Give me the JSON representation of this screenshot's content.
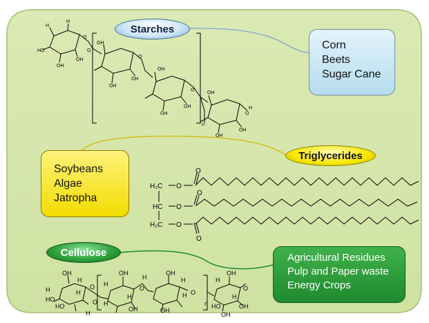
{
  "starches": {
    "title": "Starches",
    "sources": [
      "Corn",
      "Beets",
      "Sugar Cane"
    ]
  },
  "triglycerides": {
    "title": "Triglycerides",
    "sources": [
      "Soybeans",
      "Algae",
      "Jatropha"
    ]
  },
  "cellulose": {
    "title": "Cellulose",
    "sources": [
      "Agricultural Residues",
      "Pulp and Paper waste",
      "Energy Crops"
    ]
  },
  "chem": {
    "h": "H",
    "oh": "OH",
    "ho": "HO",
    "o": "O",
    "n": "n",
    "h2c": "H₂C",
    "hc": "HC"
  },
  "colors": {
    "panel": "#d3e5a8",
    "panel_border": "#9db86a",
    "starch_box": "#cfe9f5",
    "triglyceride_box": "#f5e200",
    "cellulose_box": "#23913a",
    "starch_connector": "#6f9dc0",
    "triglyceride_connector": "#d6b400",
    "cellulose_connector": "#168a2c"
  }
}
